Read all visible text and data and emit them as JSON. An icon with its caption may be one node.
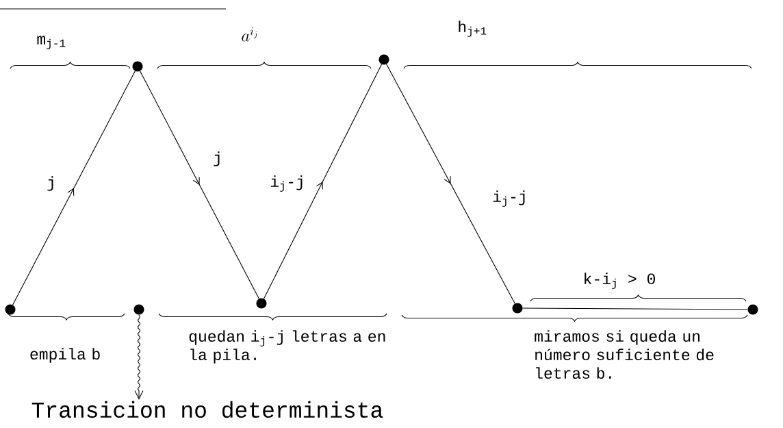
{
  "diagram": {
    "nodes": [
      {
        "text": [],
        "shape": "circle"
      },
      {
        "text": [],
        "shape": "circle"
      },
      {
        "text": [],
        "shape": "circle"
      },
      {
        "text": [],
        "shape": "circle"
      },
      {
        "text": [],
        "shape": "circle"
      },
      {
        "text": [],
        "shape": "circle"
      },
      {
        "text": [],
        "shape": "circle"
      },
      {
        "text": [
          "Transicion no determinista"
        ]
      }
    ],
    "edges": [
      {
        "from": 0,
        "to": 1,
        "arrow": "to",
        "label": "j"
      },
      {
        "from": 1,
        "to": 2,
        "arrow": "to",
        "label": "j"
      },
      {
        "from": 2,
        "to": 3,
        "arrow": "to",
        "label": "i$_{j}$-j"
      },
      {
        "from": 3,
        "to": 4,
        "arrow": "to",
        "label": "i$_{j}$-j"
      },
      {
        "from": 4,
        "to": 5,
        "arrow": "none"
      },
      {
        "from": 6,
        "to": 7,
        "arrow": "to"
      }
    ],
    "labels": [
      "m$_{j-1}$",
      "a^{i_j}",
      "h$_{j+1}$",
      "k-i$_{j}$ > 0",
      "empila b",
      "quedan i$_{j}$-j letras a en la pila.",
      "miramos si queda un número suficiente de letras b."
    ]
  }
}
